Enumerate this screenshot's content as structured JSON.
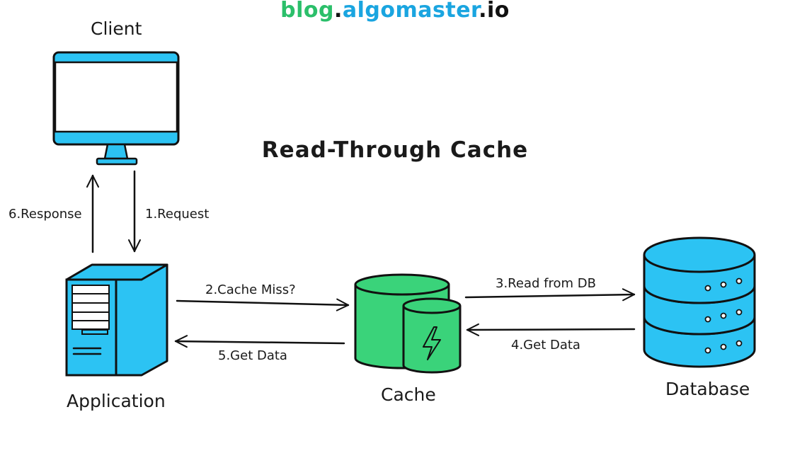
{
  "brand": {
    "part1": "blog",
    "dot1": ".",
    "part2": "algomaster",
    "part3": ".io"
  },
  "title": "Read-Through Cache",
  "nodes": {
    "client": "Client",
    "application": "Application",
    "cache": "Cache",
    "database": "Database"
  },
  "edges": {
    "request": "1.Request",
    "cache_miss": "2.Cache Miss?",
    "read_db": "3.Read from DB",
    "get_data_db": "4.Get Data",
    "get_data_cache": "5.Get Data",
    "response": "6.Response"
  },
  "colors": {
    "blue": "#2cc3f3",
    "green": "#3ad37a",
    "outline": "#111111"
  }
}
